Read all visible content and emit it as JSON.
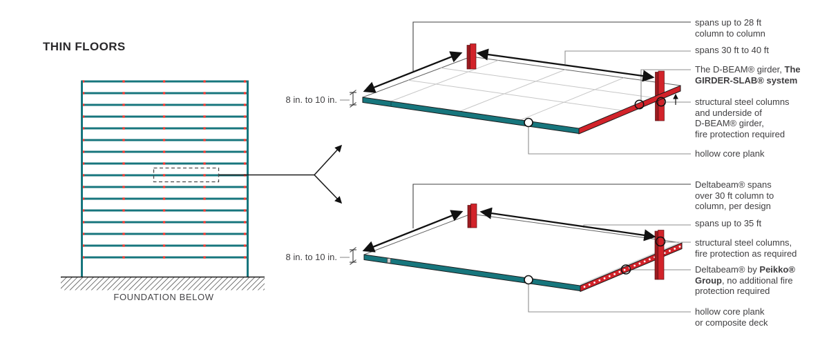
{
  "page": {
    "title": "THIN FLOORS"
  },
  "building": {
    "caption": "FOUNDATION BELOW",
    "floor_count": 16,
    "bays_per_floor": 4
  },
  "colors": {
    "teal": "#17767d",
    "red": "#d2232a",
    "red_dark": "#9b1b20",
    "dot_red": "#ee3b33",
    "leader_gray": "#8e8e8e",
    "leader_dark": "#404040",
    "grid": "#c6c6c6",
    "edge": "#606060",
    "text": "#3f3e40"
  },
  "diagram_top": {
    "thickness": "8 in. to 10 in.",
    "annotations": [
      {
        "lines": [
          [
            {
              "t": "spans up to 28 ft"
            }
          ],
          [
            {
              "t": "column to column"
            }
          ]
        ]
      },
      {
        "lines": [
          [
            {
              "t": "spans 30 ft to 40 ft"
            }
          ]
        ]
      },
      {
        "lines": [
          [
            {
              "t": "The D-BEAM® girder, "
            },
            {
              "t": "The",
              "b": true
            }
          ],
          [
            {
              "t": "GIRDER-SLAB® system",
              "b": true
            }
          ]
        ]
      },
      {
        "lines": [
          [
            {
              "t": "structural steel columns"
            }
          ],
          [
            {
              "t": "and underside of"
            }
          ],
          [
            {
              "t": "D-BEAM® girder,"
            }
          ],
          [
            {
              "t": "fire protection required"
            }
          ]
        ]
      },
      {
        "lines": [
          [
            {
              "t": "hollow core plank"
            }
          ]
        ]
      }
    ]
  },
  "diagram_bottom": {
    "thickness": "8 in. to 10 in.",
    "annotations": [
      {
        "lines": [
          [
            {
              "t": "Deltabeam® spans"
            }
          ],
          [
            {
              "t": "over 30 ft column to"
            }
          ],
          [
            {
              "t": "column, per design"
            }
          ]
        ]
      },
      {
        "lines": [
          [
            {
              "t": "spans up to 35 ft"
            }
          ]
        ]
      },
      {
        "lines": [
          [
            {
              "t": "structural steel columns,"
            }
          ],
          [
            {
              "t": "fire protection as required"
            }
          ]
        ]
      },
      {
        "lines": [
          [
            {
              "t": "Deltabeam® by "
            },
            {
              "t": "Peikko®",
              "b": true
            }
          ],
          [
            {
              "t": "Group",
              "b": true
            },
            {
              "t": ", no additional fire"
            }
          ],
          [
            {
              "t": "protection required"
            }
          ]
        ]
      },
      {
        "lines": [
          [
            {
              "t": "hollow core plank"
            }
          ],
          [
            {
              "t": "or composite deck"
            }
          ]
        ]
      }
    ]
  }
}
